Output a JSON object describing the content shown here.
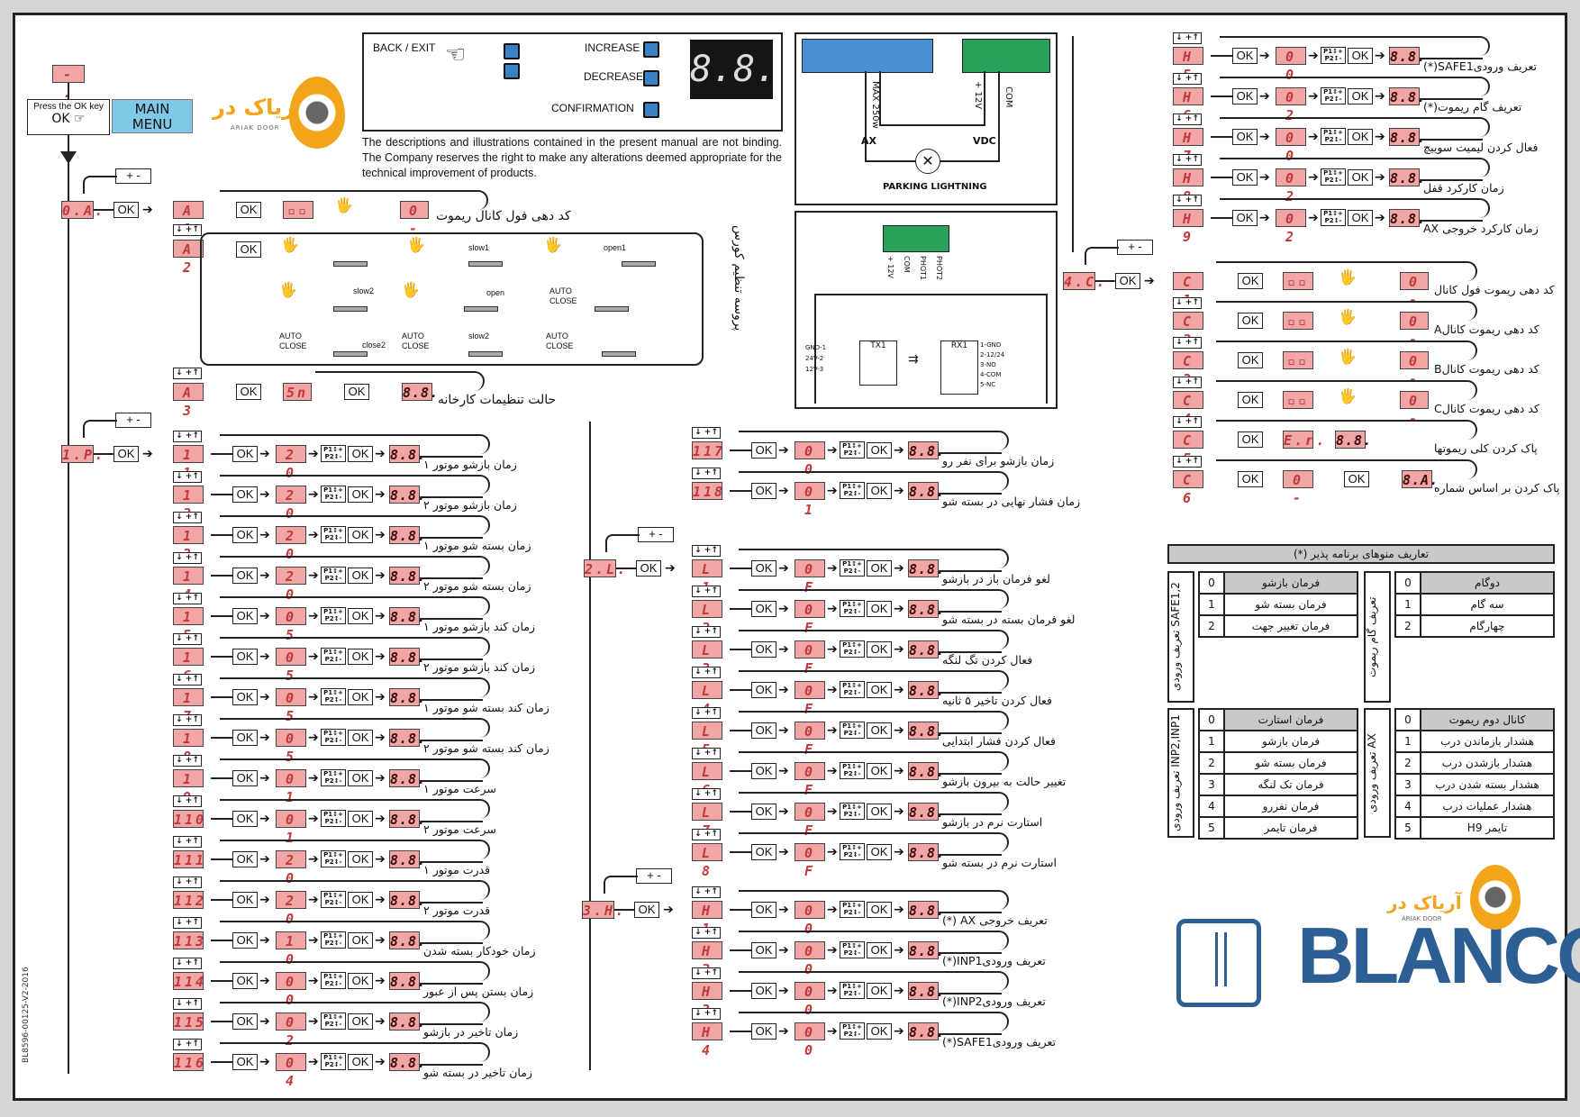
{
  "document": {
    "doc_code": "BL8596-00125-V2-2016",
    "start_display": "- . - .",
    "press_ok": {
      "line1": "Press the OK key",
      "line2": "OK"
    },
    "main_menu": "MAIN\nMENU",
    "brand": {
      "fa": "آریاک در",
      "en": "ARIAK DOOR",
      "blanco": "BLANCO"
    },
    "keypad": {
      "back_exit": "BACK / EXIT",
      "increase": "INCREASE",
      "decrease": "DECREASE",
      "confirmation": "CONFIRMATION",
      "p1": "P1",
      "p2": "P2",
      "ok_tag": "OK",
      "display": "8.8."
    },
    "disclaimer": "The descriptions and illustrations contained in the present manual are not binding. The Company reserves the right to make any alterations deemed appropriate for the technical improvement of products.",
    "wiring_parking": {
      "max": "MAX 250w",
      "ax": "AX",
      "vdc": "VDC",
      "plus12": "+ 12V",
      "com": "COM",
      "title": "PARKING LIGHTNING"
    },
    "wiring_photo": {
      "terminals": [
        "+ 12V",
        "COM",
        "PHOT1",
        "PHOT2"
      ],
      "tx": "TX1",
      "rx": "RX1",
      "tx_pins": [
        [
          "GND",
          "1"
        ],
        [
          "24V",
          "2"
        ],
        [
          "12V",
          "3"
        ]
      ],
      "rx_pins": [
        [
          "1",
          "GND"
        ],
        [
          "2",
          "12/24"
        ],
        [
          "3",
          "NO"
        ],
        [
          "4",
          "COM"
        ],
        [
          "5",
          "NC"
        ]
      ]
    },
    "common": {
      "ok": "OK",
      "plusminus": "+ -",
      "updown": "↓ +↑",
      "p1p2": "P1 ↕ +\nP2 ↕ -",
      "final": "8.8.",
      "wait": "▫▫",
      "zero": "0 -"
    }
  },
  "menu_0A": {
    "code": "0.A.",
    "items": [
      {
        "code": "A 1",
        "steps": [
          "OK",
          "▫▫",
          "remote",
          "0 -"
        ],
        "label": "کد دهی فول کانال ریموت"
      },
      {
        "code": "A 2",
        "label": "پروسه تنظیم کورس",
        "course_row1": [
          "OK",
          "remote",
          "gate-closed",
          "remote",
          "slow1",
          "remote",
          "open1",
          "gate-opening"
        ],
        "course_row2": [
          "remote",
          "gate-open",
          "slow2",
          "remote",
          "gate-open",
          "open",
          "AUTO CLOSE",
          "gate-open",
          "slow2"
        ],
        "course_row3": [
          "AUTO CLOSE",
          "close2",
          "AUTO CLOSE",
          "slow2",
          "AUTO CLOSE",
          "gate-closed"
        ]
      },
      {
        "code": "A 3",
        "steps": [
          "OK",
          "5n",
          "OK",
          "8.8."
        ],
        "label": "حالت تنظیمات کارخانه"
      }
    ],
    "course_labels": {
      "slow1": "slow1",
      "open1": "open1",
      "slow2": "slow2",
      "open": "open",
      "close2": "close2",
      "auto_close": "AUTO\nCLOSE"
    }
  },
  "menu_1P": {
    "code": "1.P.",
    "items": [
      {
        "code": "1 1",
        "value": "2 0",
        "label": "زمان بازشو موتور ۱"
      },
      {
        "code": "1 2",
        "value": "2 0",
        "label": "زمان بازشو موتور ۲"
      },
      {
        "code": "1 3",
        "value": "2 0",
        "label": "زمان بسته شو موتور ۱"
      },
      {
        "code": "1 4",
        "value": "2 0",
        "label": "زمان بسته شو موتور ۲"
      },
      {
        "code": "1 5",
        "value": "0 5",
        "label": "زمان کند بازشو موتور ۱"
      },
      {
        "code": "1 6",
        "value": "0 5",
        "label": "زمان کند بازشو موتور ۲"
      },
      {
        "code": "1 7",
        "value": "0 5",
        "label": "زمان کند بسته شو موتور ۱"
      },
      {
        "code": "1 8",
        "value": "0 5",
        "label": "زمان کند بسته شو موتور ۲"
      },
      {
        "code": "1 9",
        "value": "0 1",
        "label": "سرعت موتور ۱"
      },
      {
        "code": "110",
        "value": "0 1",
        "label": "سرعت موتور ۲"
      },
      {
        "code": "111",
        "value": "2 0",
        "label": "قدرت موتور ۱"
      },
      {
        "code": "112",
        "value": "2 0",
        "label": "قدرت موتور ۲"
      },
      {
        "code": "113",
        "value": "1 0",
        "label": "زمان خودکار بسته شدن"
      },
      {
        "code": "114",
        "value": "0 0",
        "label": "زمان بستن پس از عبور"
      },
      {
        "code": "115",
        "value": "0 2",
        "label": "زمان تاخیر در بازشو"
      },
      {
        "code": "116",
        "value": "0 4",
        "label": "زمان تاخیر در بسته شو"
      },
      {
        "code": "117",
        "value": "0 0",
        "label": "زمان بازشو برای نفر رو"
      },
      {
        "code": "118",
        "value": "0 1",
        "label": "زمان فشار نهایی در بسته شو"
      }
    ]
  },
  "menu_2L": {
    "code": "2.L.",
    "items": [
      {
        "code": "L 1",
        "value": "0 F",
        "label": "لغو فرمان باز در بازشو"
      },
      {
        "code": "L 2",
        "value": "0 F",
        "label": "لغو فرمان بسته در بسته شو"
      },
      {
        "code": "L 3",
        "value": "0 F",
        "label": "فعال کردن تگ لنگه"
      },
      {
        "code": "L 4",
        "value": "0 F",
        "label": "فعال کردن تاخیر ۵ ثانیه"
      },
      {
        "code": "L 5",
        "value": "0 F",
        "label": "فعال کردن فشار ابتدایی"
      },
      {
        "code": "L 6",
        "value": "0 F",
        "label": "تغییر حالت به بیرون بازشو"
      },
      {
        "code": "L 7",
        "value": "0 F",
        "label": "استارت نرم در بازشو"
      },
      {
        "code": "L 8",
        "value": "0 F",
        "label": "استارت نرم در بسته شو"
      }
    ]
  },
  "menu_3H": {
    "code": "3.H.",
    "items": [
      {
        "code": "H 1",
        "value": "0 0",
        "label": "تعریف خروجی AX (*)"
      },
      {
        "code": "H 2",
        "value": "0 0",
        "label": "تعریف ورودیINP1(*)"
      },
      {
        "code": "H 3",
        "value": "0 0",
        "label": "تعریف ورودیINP2(*)"
      },
      {
        "code": "H 4",
        "value": "0 0",
        "label": "تعریف ورودیSAFE1(*)"
      },
      {
        "code": "H 5",
        "value": "0 0",
        "label": "تعریف ورودیSAFE1(*)"
      },
      {
        "code": "H 6",
        "value": "0 2",
        "label": "تعریف گام ریموت(*)"
      },
      {
        "code": "H 7",
        "value": "0 0",
        "label": "فعال کردن لیمیت سوییچ"
      },
      {
        "code": "H 8",
        "value": "0 2",
        "label": "زمان کارکرد قفل"
      },
      {
        "code": "H 9",
        "value": "0 2",
        "label": "زمان کارکرد خروجی AX"
      }
    ]
  },
  "menu_4C": {
    "code": "4.C.",
    "items": [
      {
        "code": "C 1",
        "steps": [
          "OK",
          "▫▫",
          "remote",
          "0 -"
        ],
        "label": "کد دهی ریموت فول کانال"
      },
      {
        "code": "C 2",
        "steps": [
          "OK",
          "▫▫",
          "remote",
          "0 -"
        ],
        "label": "کد دهی ریموت کانالA"
      },
      {
        "code": "C 3",
        "steps": [
          "OK",
          "▫▫",
          "remote",
          "0 -"
        ],
        "label": "کد دهی ریموت کانالB"
      },
      {
        "code": "C 4",
        "steps": [
          "OK",
          "▫▫",
          "remote",
          "0 -"
        ],
        "label": "کد دهی ریموت کانالC"
      },
      {
        "code": "C 5",
        "steps": [
          "OK",
          "E.r.",
          "8.8."
        ],
        "label": "پاک کردن کلی ریموتها"
      },
      {
        "code": "C 6",
        "steps": [
          "OK",
          "0 -",
          "OK",
          "8.A."
        ],
        "label": "پاک کردن بر اساس شماره"
      }
    ]
  },
  "definitions_table": {
    "title": "تعاریف منوهای برنامه پذیر (*)",
    "groups": [
      {
        "side": "تعریف ورودی SAFE1,2",
        "rows": [
          [
            "0",
            "فرمان بازشو"
          ],
          [
            "1",
            "فرمان بسته شو"
          ],
          [
            "2",
            "فرمان تغییر جهت"
          ]
        ]
      },
      {
        "side": "تعریف گام ریموت",
        "rows": [
          [
            "0",
            "دوگام"
          ],
          [
            "1",
            "سه گام"
          ],
          [
            "2",
            "چهارگام"
          ]
        ]
      },
      {
        "side": "تعریف ورودی INP2,INP1",
        "rows": [
          [
            "0",
            "فرمان استارت"
          ],
          [
            "1",
            "فرمان بازشو"
          ],
          [
            "2",
            "فرمان بسته شو"
          ],
          [
            "3",
            "فرمان تک لنگه"
          ],
          [
            "4",
            "فرمان نفررو"
          ],
          [
            "5",
            "فرمان تایمر"
          ]
        ]
      },
      {
        "side": "تعریف ورودی AX",
        "rows": [
          [
            "0",
            "کانال دوم ریموت"
          ],
          [
            "1",
            "هشدار بازماندن درب"
          ],
          [
            "2",
            "هشدار بازشدن درب"
          ],
          [
            "3",
            "هشدار بسته شدن درب"
          ],
          [
            "4",
            "هشدار عملیات درب"
          ],
          [
            "5",
            "تایمر H9"
          ]
        ]
      }
    ]
  },
  "colors": {
    "segment_bg": "#f2a5a5",
    "segment_fg": "#c0393b",
    "main_menu_bg": "#7ec8e8",
    "terminal_blue": "#4a8fd4",
    "terminal_green": "#2aa05a",
    "brand_orange": "#f2a51a",
    "blanco_blue": "#2d5f95"
  }
}
